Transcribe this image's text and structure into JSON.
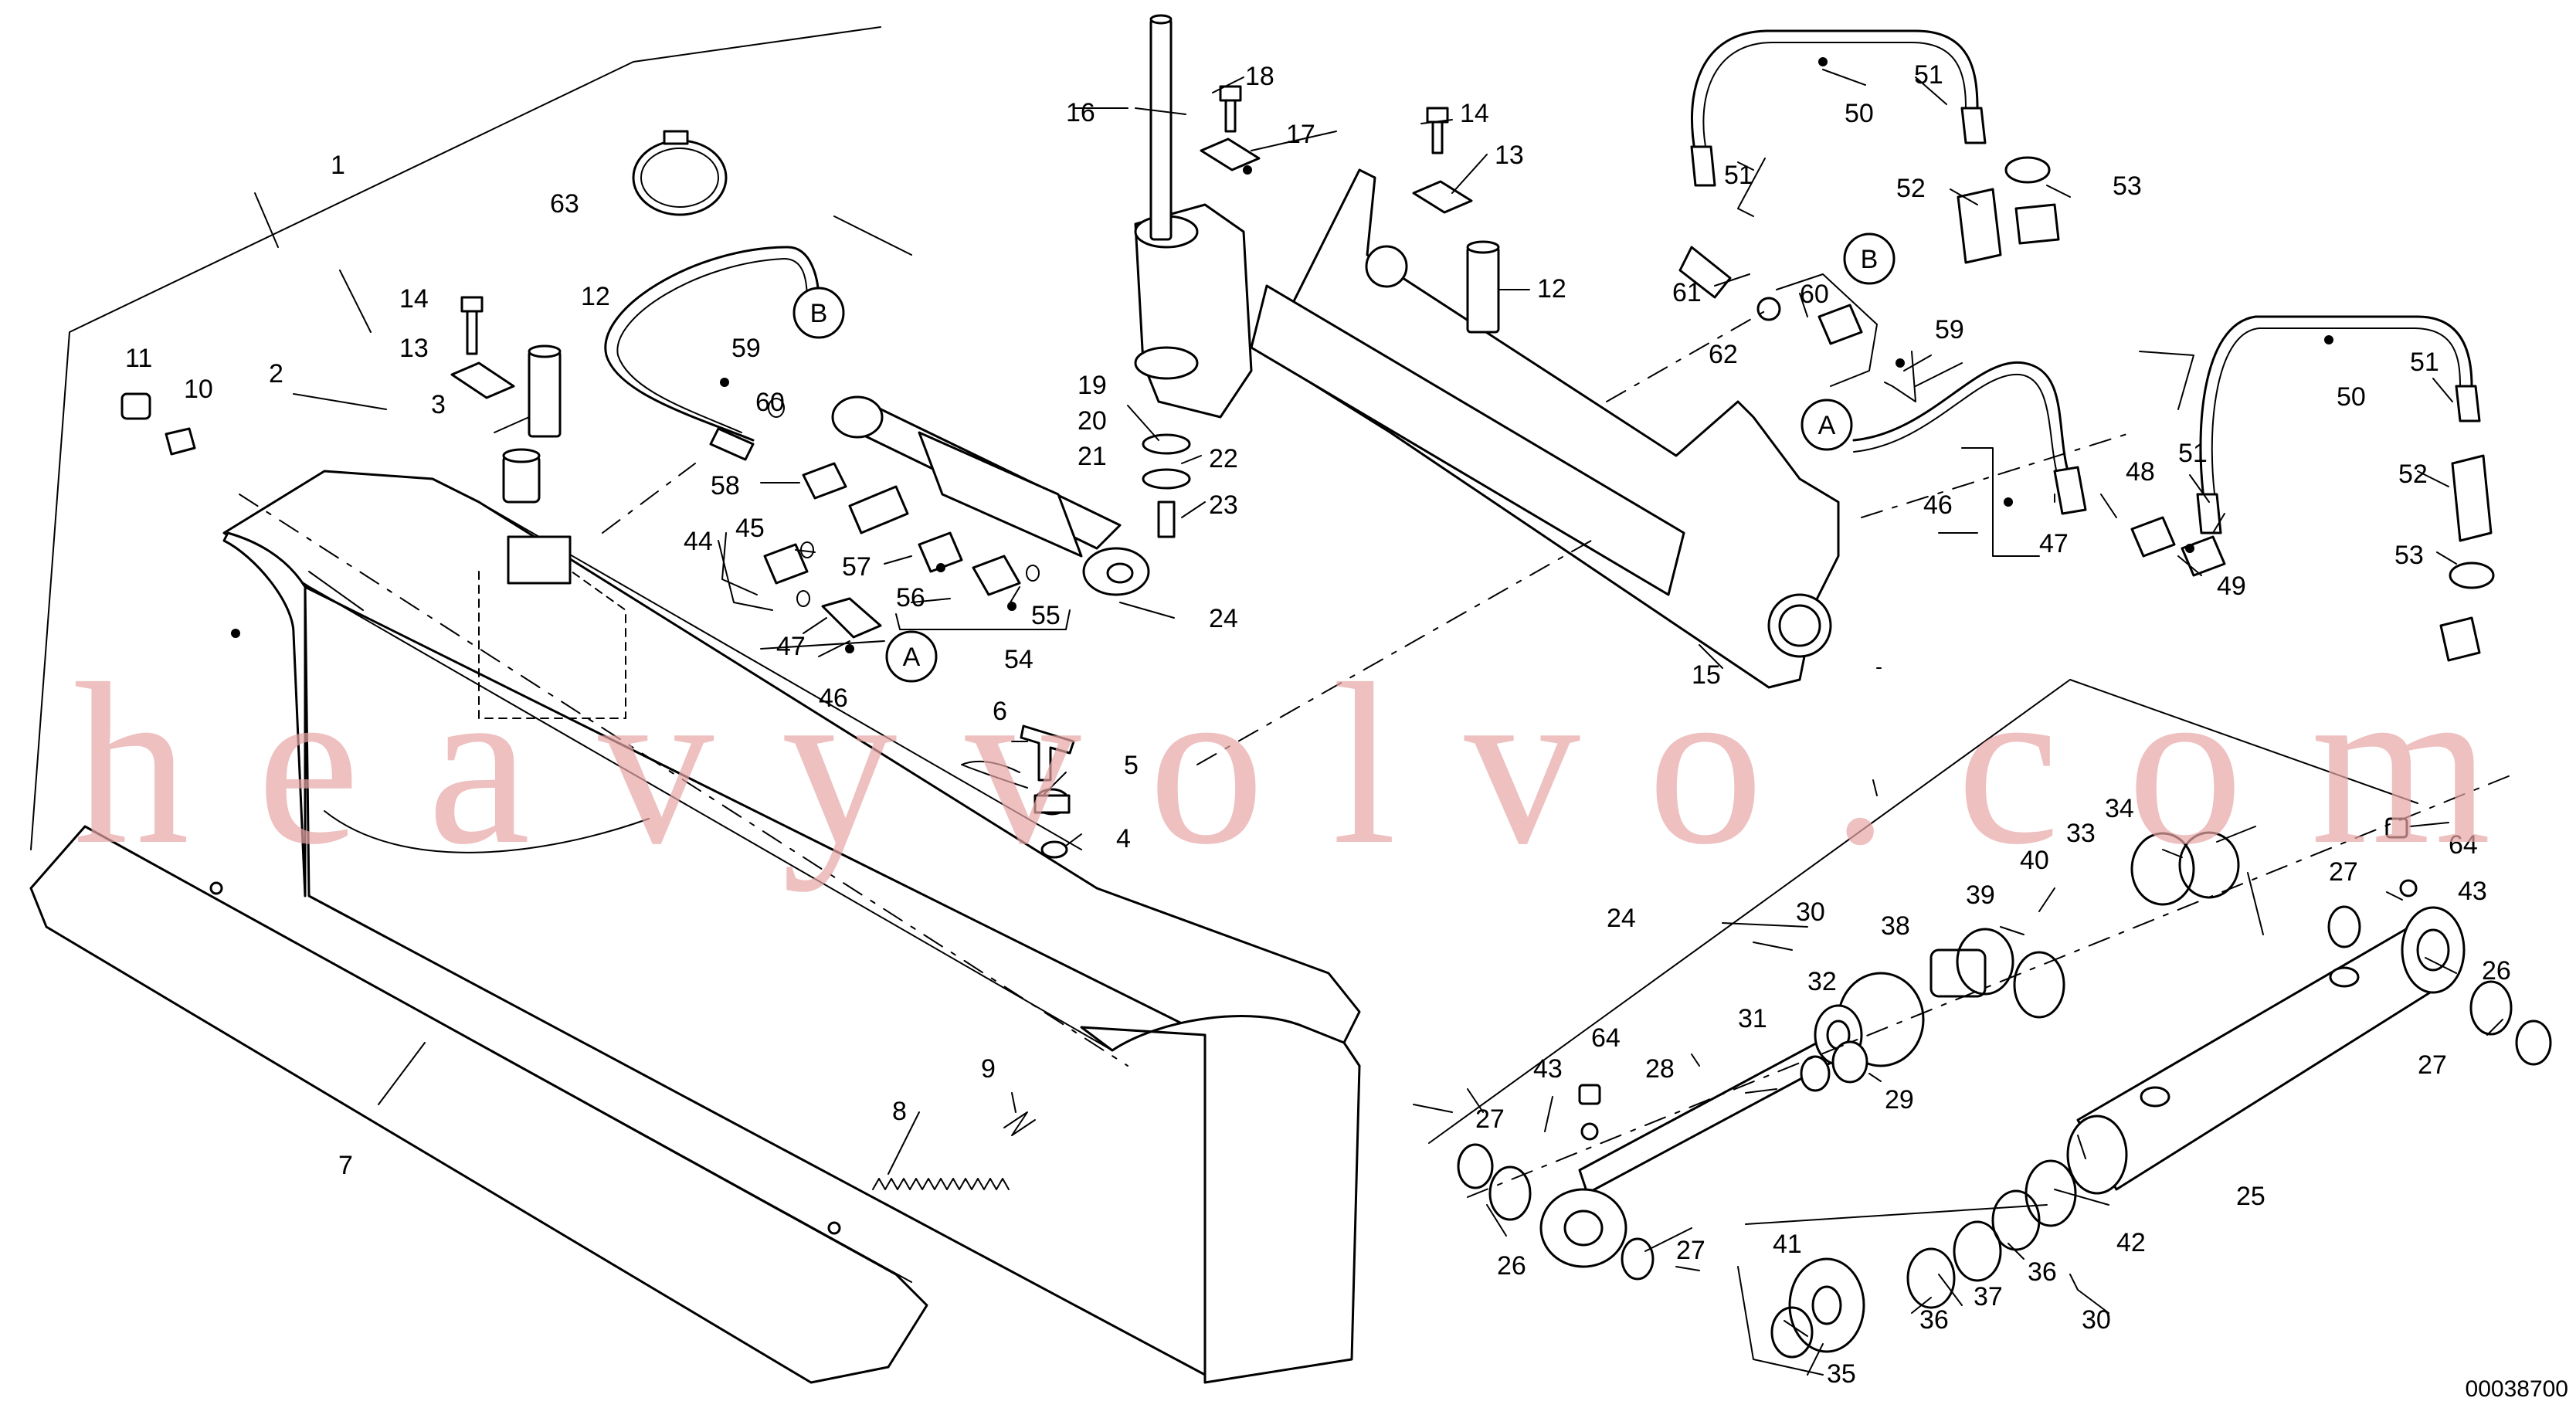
{
  "watermark": "heavyvolvo.com",
  "drawing_number": "00038700",
  "callouts": {
    "A": "A",
    "B": "B"
  },
  "labels": {
    "l1": "1",
    "l2": "2",
    "l3": "3",
    "l4": "4",
    "l5": "5",
    "l6": "6",
    "l7": "7",
    "l8": "8",
    "l9": "9",
    "l10": "10",
    "l11": "11",
    "l12a": "12",
    "l12b": "12",
    "l13a": "13",
    "l13b": "13",
    "l14a": "14",
    "l14b": "14",
    "l15": "15",
    "l16": "16",
    "l17": "17",
    "l18": "18",
    "l19": "19",
    "l20": "20",
    "l21": "21",
    "l22": "22",
    "l23": "23",
    "l24a": "24",
    "l24b": "24",
    "l25": "25",
    "l26a": "26",
    "l26b": "26",
    "l27a": "27",
    "l27b": "27",
    "l27c": "27",
    "l27d": "27",
    "l28": "28",
    "l29": "29",
    "l30a": "30",
    "l30b": "30",
    "l31": "31",
    "l32": "32",
    "l33": "33",
    "l34": "34",
    "l35": "35",
    "l36a": "36",
    "l36b": "36",
    "l37": "37",
    "l38": "38",
    "l39": "39",
    "l40": "40",
    "l41": "41",
    "l42": "42",
    "l43a": "43",
    "l43b": "43",
    "l44": "44",
    "l45": "45",
    "l46a": "46",
    "l46b": "46",
    "l47a": "47",
    "l47b": "47",
    "l48": "48",
    "l49": "49",
    "l50a": "50",
    "l50b": "50",
    "l51a": "51",
    "l51b": "51",
    "l51c": "51",
    "l51d": "51",
    "l52a": "52",
    "l52b": "52",
    "l53a": "53",
    "l53b": "53",
    "l54": "54",
    "l55": "55",
    "l56": "56",
    "l57": "57",
    "l58": "58",
    "l59a": "59",
    "l59b": "59",
    "l60a": "60",
    "l60b": "60",
    "l61": "61",
    "l62": "62",
    "l63": "63",
    "l64a": "64",
    "l64b": "64"
  }
}
